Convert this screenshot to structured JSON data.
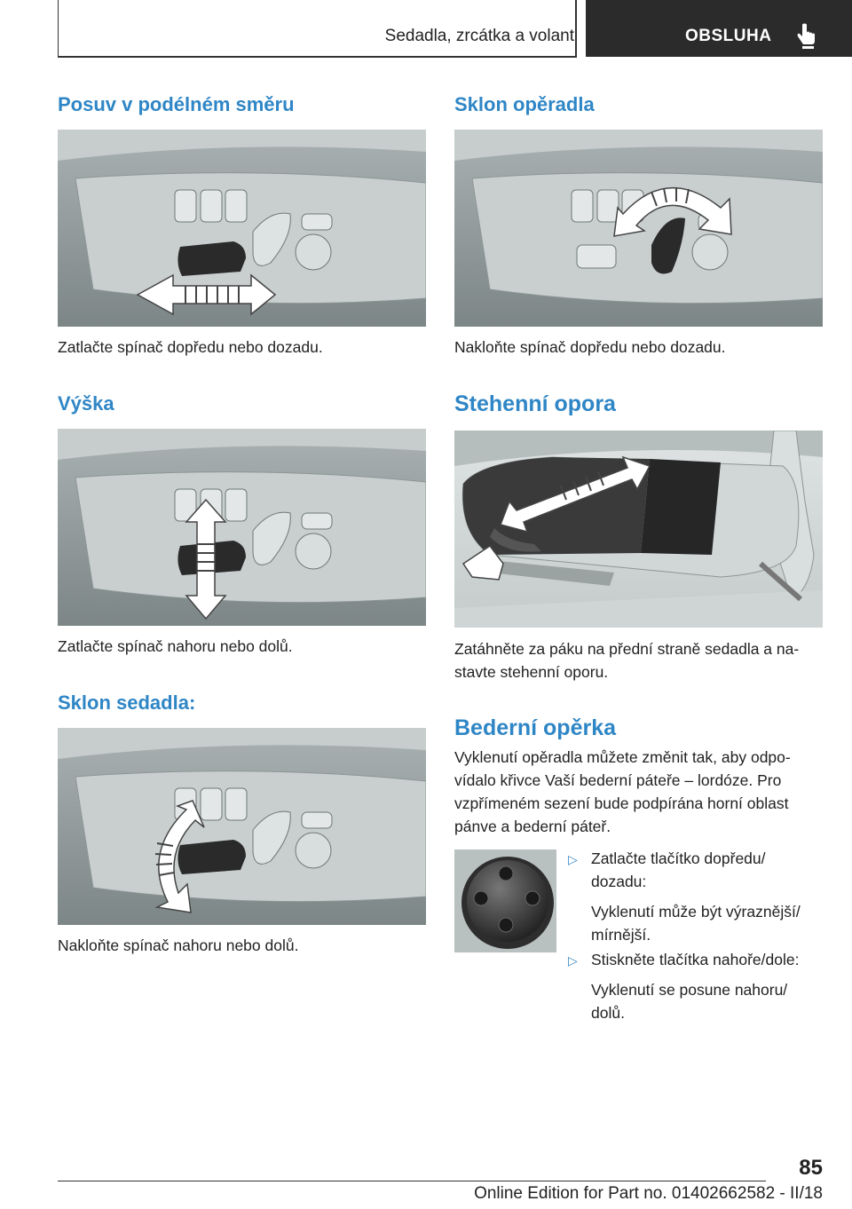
{
  "header": {
    "section": "Sedadla, zrcátka a volant",
    "chapter": "OBSLUHA",
    "hand_icon": "hand-pointer-icon"
  },
  "left": {
    "s1": {
      "title": "Posuv v podélném směru",
      "caption": "Zatlačte spínač dopředu nebo dozadu."
    },
    "s2": {
      "title": "Výška",
      "caption": "Zatlačte spínač nahoru nebo dolů."
    },
    "s3": {
      "title": "Sklon sedadla:",
      "caption": "Nakloňte spínač nahoru nebo dolů."
    }
  },
  "right": {
    "s1": {
      "title": "Sklon opěradla",
      "caption": "Nakloňte spínač dopředu nebo dozadu."
    },
    "s2": {
      "title": "Stehenní opora",
      "caption_l1": "Zatáhněte za páku na přední straně sedadla a na‐",
      "caption_l2": "stavte stehenní oporu."
    },
    "s3": {
      "title": "Bederní opěrka",
      "p1": "Vyklenutí opěradla můžete změnit tak, aby odpo‐",
      "p2": "vídalo křivce Vaší bederní páteře – lordóze. Pro",
      "p3": "vzpřímeném sezení bude podpírána horní oblast",
      "p4": "pánve a bederní páteř.",
      "bullets": [
        {
          "l1": "Zatlačte tlačítko dopředu/",
          "l2": "dozadu:",
          "s1": "Vyklenutí může být výraznější/",
          "s2": "mírnější."
        },
        {
          "l1": "Stiskněte tlačítka nahoře/dole:",
          "s1": "Vyklenutí se posune nahoru/",
          "s2": "dolů."
        }
      ],
      "bullet_marker": "▷"
    }
  },
  "footer": {
    "page": "85",
    "edition": "Online Edition for Part no. 01402662582 - II/18"
  }
}
